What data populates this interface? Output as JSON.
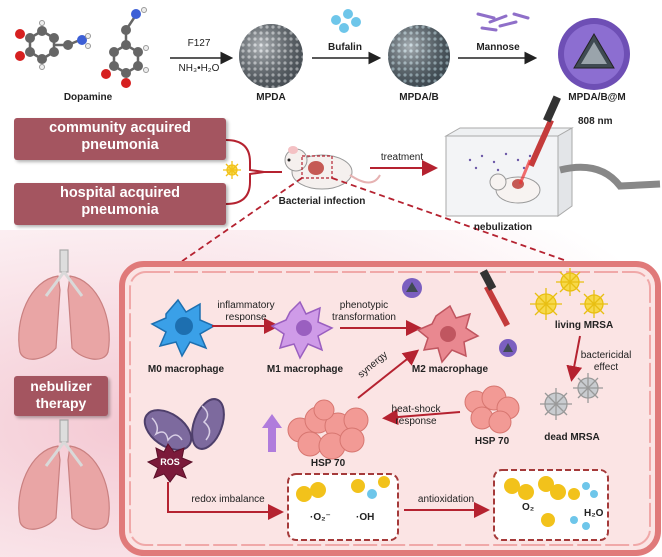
{
  "synthesis": {
    "dopamine": "Dopamine",
    "reagent_top": "F127",
    "reagent_bottom": "NH₃•H₂O",
    "mpda": "MPDA",
    "bufalin": "Bufalin",
    "mpda_b": "MPDA/B",
    "mannose": "Mannose",
    "mpda_b_m": "MPDA/B@M"
  },
  "pneumonia": {
    "community_l1": "community acquired",
    "community_l2": "pneumonia",
    "hospital_l1": "hospital acquired",
    "hospital_l2": "pneumonia",
    "bacterial_infection": "Bacterial infection",
    "treatment": "treatment",
    "laser": "808 nm",
    "nebulization": "nebulization"
  },
  "therapy": {
    "line1": "nebulizer",
    "line2": "therapy"
  },
  "mechanism": {
    "m0": "M0 macrophage",
    "inflammatory_l1": "inflammatory",
    "inflammatory_l2": "response",
    "m1": "M1 macrophage",
    "phenotypic_l1": "phenotypic",
    "phenotypic_l2": "transformation",
    "m2": "M2 macrophage",
    "synergy": "synergy",
    "hsp_left": "HSP 70",
    "hsp_right": "HSP 70",
    "heat_shock_l1": "heat-shock",
    "heat_shock_l2": "response",
    "ros": "ROS",
    "redox": "redox imbalance",
    "superoxide": "·O₂⁻",
    "hydroxyl": "·OH",
    "antioxidation": "antioxidation",
    "o2": "O₂",
    "h2o": "H₂O",
    "living_mrsa": "living MRSA",
    "bactericidal_l1": "bactericidal",
    "bactericidal_l2": "effect",
    "dead_mrsa": "dead MRSA"
  },
  "colors": {
    "pill": "#a45560",
    "arrow": "#b52230",
    "panel_border": "#e07a7a",
    "panel_fill": "#fbe4e4",
    "m0_cell": "#3aa0e8",
    "m1_cell": "#b573d8",
    "m2_cell": "#e0707a",
    "hsp": "#f29a95",
    "nanoparticle": "#7b5fc0"
  }
}
